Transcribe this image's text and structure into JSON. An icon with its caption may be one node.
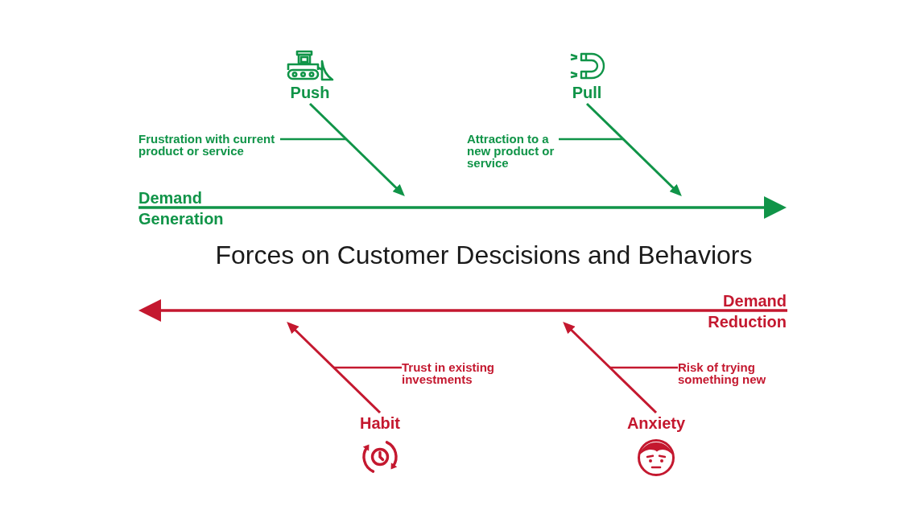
{
  "diagram": {
    "title": "Forces on Customer Descisions and Behaviors",
    "nodes": [
      {
        "text": [
          "Push"
        ]
      },
      {
        "text": [
          "Frustration with current product or service"
        ]
      },
      {
        "text": [
          "Pull"
        ]
      },
      {
        "text": [
          "Attraction to a new product or service"
        ]
      },
      {
        "text": [
          "Demand Generation"
        ]
      },
      {
        "text": [
          "Demand Reduction"
        ]
      },
      {
        "text": [
          "Trust in existing investments"
        ]
      },
      {
        "text": [
          "Risk of trying something new"
        ]
      },
      {
        "text": [
          "Habit"
        ]
      },
      {
        "text": [
          "Anxiety"
        ]
      }
    ],
    "edges": [
      {
        "from": 0,
        "to": 4,
        "arrow": "to",
        "color": "#109448"
      },
      {
        "from": 1,
        "to": null,
        "arrow": "none",
        "color": "#109448"
      },
      {
        "from": 2,
        "to": 4,
        "arrow": "to",
        "color": "#109448"
      },
      {
        "from": 3,
        "to": null,
        "arrow": "none",
        "color": "#109448"
      },
      {
        "from": 6,
        "to": null,
        "arrow": "none",
        "color": "#c4182f"
      },
      {
        "from": 7,
        "to": null,
        "arrow": "none",
        "color": "#c4182f"
      },
      {
        "from": 8,
        "to": 5,
        "arrow": "to",
        "color": "#c4182f"
      },
      {
        "from": 9,
        "to": 5,
        "arrow": "to",
        "color": "#c4182f"
      }
    ]
  }
}
